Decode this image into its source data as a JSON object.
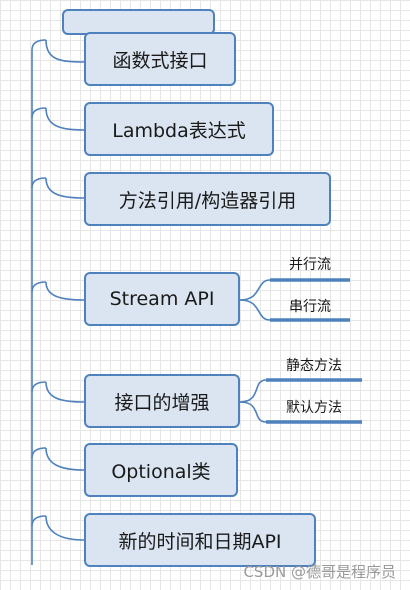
{
  "mindmap": {
    "branches": [
      {
        "label": "函数式接口",
        "children": []
      },
      {
        "label": "Lambda表达式",
        "children": []
      },
      {
        "label": "方法引用/构造器引用",
        "children": []
      },
      {
        "label": "Stream API",
        "children": [
          "并行流",
          "串行流"
        ]
      },
      {
        "label": "接口的增强",
        "children": [
          "静态方法",
          "默认方法"
        ]
      },
      {
        "label": "Optional类",
        "children": []
      },
      {
        "label": "新的时间和日期API",
        "children": []
      }
    ]
  },
  "watermark": "CSDN @德哥是程序员"
}
